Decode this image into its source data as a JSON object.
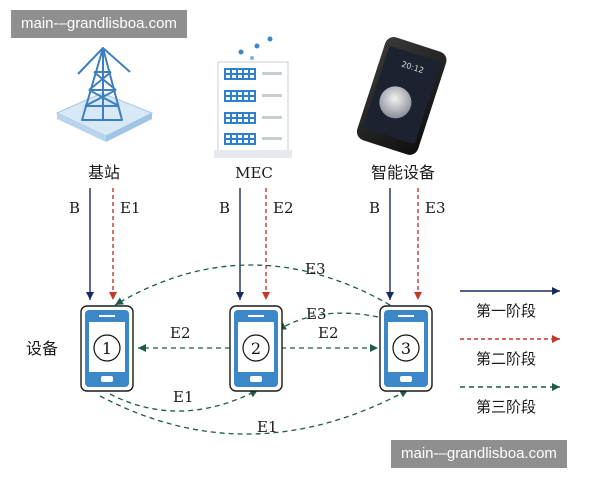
{
  "watermark_top": "main-–grandlisboa.com",
  "watermark_bottom": "main-–grandlisboa.com",
  "sources": [
    {
      "label": "基站"
    },
    {
      "label": "MEC"
    },
    {
      "label": "智能设备"
    }
  ],
  "device_group_label": "设备",
  "devices": [
    {
      "number": "1"
    },
    {
      "number": "2"
    },
    {
      "number": "3"
    }
  ],
  "vertical_labels": {
    "b1": "B",
    "e1": "E1",
    "b2": "B",
    "e2": "E2",
    "b3": "B",
    "e3": "E3"
  },
  "edge_labels": {
    "top_e3": "E3",
    "mid_e3": "E3",
    "e2_left": "E2",
    "e2_right": "E2",
    "bottom_e1_short": "E1",
    "bottom_e1_long": "E1"
  },
  "legend": [
    {
      "label": "第一阶段",
      "color": "#1b2a5e",
      "style": "solid"
    },
    {
      "label": "第二阶段",
      "color": "#c0392b",
      "style": "dashed"
    },
    {
      "label": "第三阶段",
      "color": "#1f5c46",
      "style": "dashed"
    }
  ],
  "colors": {
    "stage1": "#1b2a5e",
    "stage2": "#c0392b",
    "stage3": "#1f5c46",
    "device_blue": "#3b87c7"
  }
}
